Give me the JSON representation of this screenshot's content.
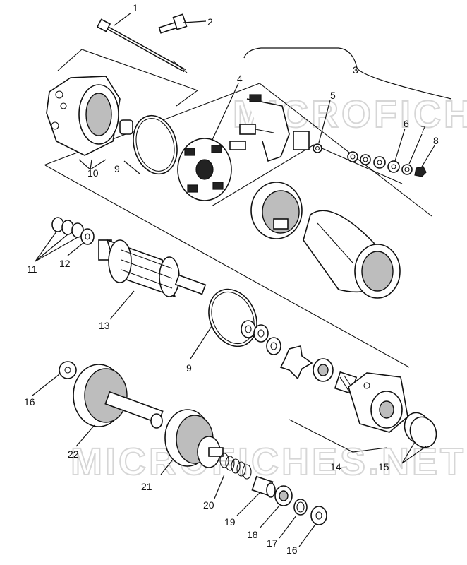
{
  "watermark": "MICROFICHES.NET",
  "callouts": [
    "1",
    "2",
    "3",
    "4",
    "5",
    "6",
    "7",
    "8",
    "9",
    "10",
    "9",
    "11",
    "12",
    "13",
    "14",
    "15",
    "16",
    "16",
    "17",
    "18",
    "19",
    "20",
    "21",
    "22"
  ]
}
